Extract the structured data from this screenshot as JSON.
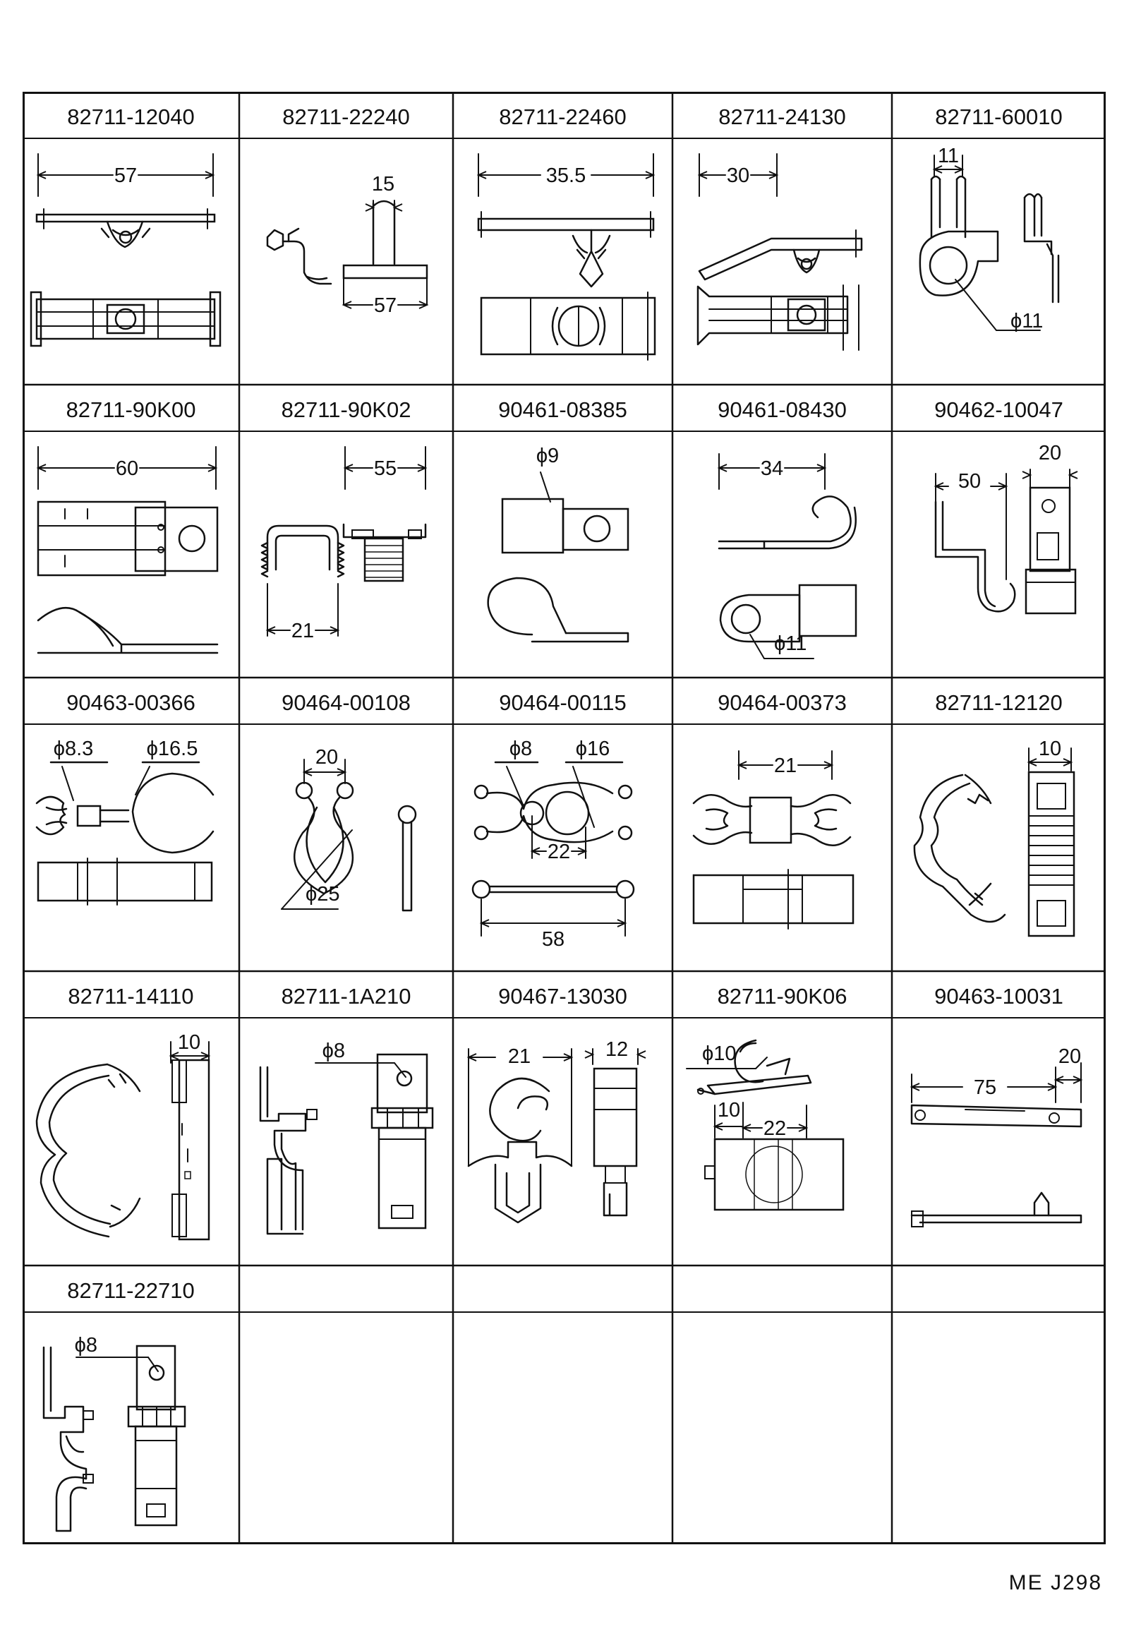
{
  "grid": {
    "rows": [
      {
        "cells": [
          {
            "part": "82711-12040",
            "dims": [
              "57"
            ]
          },
          {
            "part": "82711-22240",
            "dims": [
              "15",
              "57"
            ]
          },
          {
            "part": "82711-22460",
            "dims": [
              "35.5"
            ]
          },
          {
            "part": "82711-24130",
            "dims": [
              "30"
            ]
          },
          {
            "part": "82711-60010",
            "dims": [
              "11",
              "ϕ11"
            ]
          }
        ]
      },
      {
        "cells": [
          {
            "part": "82711-90K00",
            "dims": [
              "60"
            ]
          },
          {
            "part": "82711-90K02",
            "dims": [
              "55",
              "21"
            ]
          },
          {
            "part": "90461-08385",
            "dims": [
              "ϕ9"
            ]
          },
          {
            "part": "90461-08430",
            "dims": [
              "34",
              "ϕ11"
            ]
          },
          {
            "part": "90462-10047",
            "dims": [
              "50",
              "20"
            ]
          }
        ]
      },
      {
        "cells": [
          {
            "part": "90463-00366",
            "dims": [
              "ϕ8.3",
              "ϕ16.5"
            ]
          },
          {
            "part": "90464-00108",
            "dims": [
              "20",
              "ϕ25"
            ]
          },
          {
            "part": "90464-00115",
            "dims": [
              "ϕ8",
              "ϕ16",
              "22",
              "58"
            ]
          },
          {
            "part": "90464-00373",
            "dims": [
              "21"
            ]
          },
          {
            "part": "82711-12120",
            "dims": [
              "10"
            ]
          }
        ]
      },
      {
        "cells": [
          {
            "part": "82711-14110",
            "dims": [
              "10"
            ]
          },
          {
            "part": "82711-1A210",
            "dims": [
              "ϕ8"
            ]
          },
          {
            "part": "90467-13030",
            "dims": [
              "21",
              "12"
            ]
          },
          {
            "part": "82711-90K06",
            "dims": [
              "ϕ10",
              "10",
              "22"
            ]
          },
          {
            "part": "90463-10031",
            "dims": [
              "75",
              "20"
            ]
          }
        ]
      },
      {
        "cells": [
          {
            "part": "82711-22710",
            "dims": [
              "ϕ8"
            ]
          },
          {
            "part": "",
            "dims": []
          },
          {
            "part": "",
            "dims": []
          },
          {
            "part": "",
            "dims": []
          },
          {
            "part": "",
            "dims": []
          }
        ]
      }
    ]
  },
  "footer": {
    "code": "ME  J298"
  }
}
